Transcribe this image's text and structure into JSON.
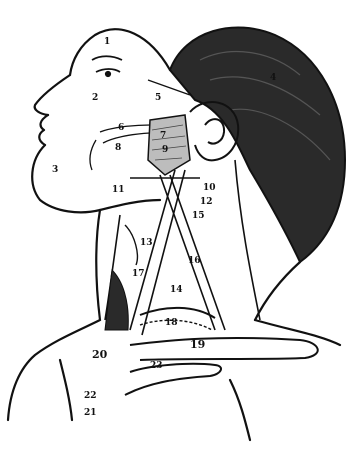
{
  "figure": {
    "ink_color": "#111111",
    "shade_color": "#2a2a2a",
    "labels": {
      "l1": "1",
      "l2": "2",
      "l3": "3",
      "l4": "4",
      "l5": "5",
      "l6": "6",
      "l7": "7",
      "l8": "8",
      "l9": "9",
      "l10": "10",
      "l11": "11",
      "l12": "12",
      "l13": "13",
      "l14": "14",
      "l15": "15",
      "l16": "16",
      "l17": "17",
      "l18": "18",
      "l19": "19",
      "l20": "20",
      "l21": "21",
      "l22": "22",
      "l23": "23"
    }
  }
}
